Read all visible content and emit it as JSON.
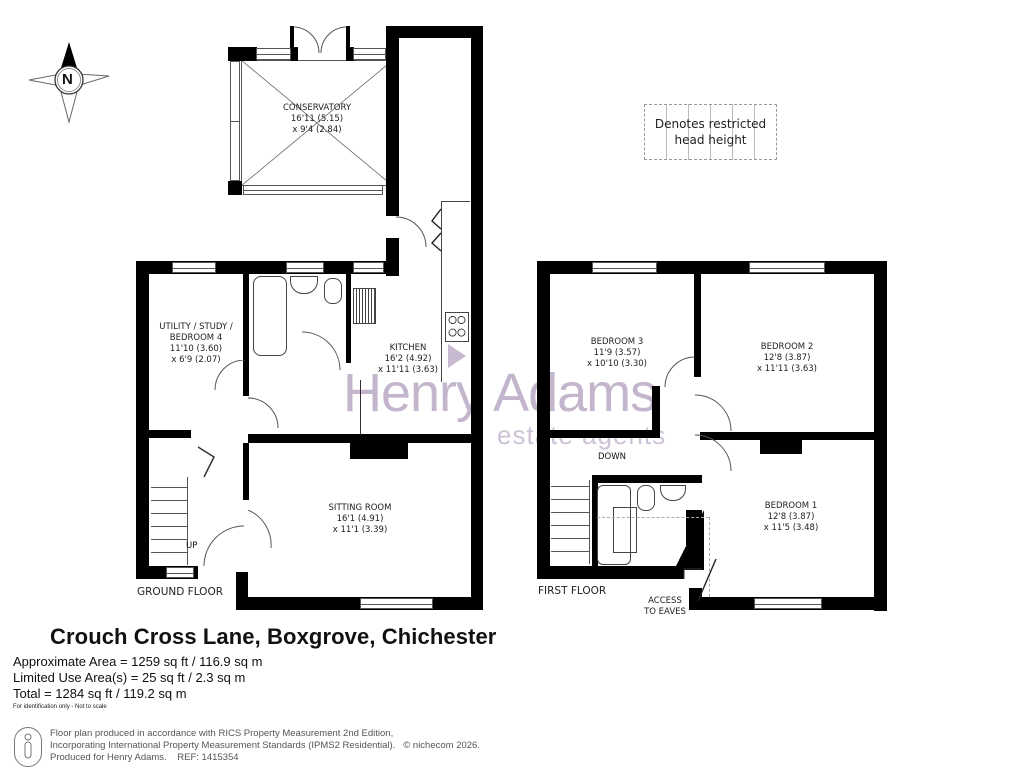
{
  "compass": {
    "label": "N",
    "icon": "north-compass-icon"
  },
  "legend": {
    "line1": "Denotes restricted",
    "line2": "head height"
  },
  "watermark": {
    "brand": "Henry Adams",
    "tagline": "estate agents",
    "color": "#b9a9c4"
  },
  "ground_floor": {
    "label": "GROUND FLOOR",
    "rooms": [
      {
        "name": "CONSERVATORY",
        "dim1": "16'11 (5.15)",
        "dim2": "x 9'4 (2.84)"
      },
      {
        "name": "UTILITY / STUDY /",
        "name2": "BEDROOM 4",
        "dim1": "11'10 (3.60)",
        "dim2": "x 6'9 (2.07)"
      },
      {
        "name": "KITCHEN",
        "dim1": "16'2 (4.92)",
        "dim2": "x 11'11 (3.63)"
      },
      {
        "name": "SITTING ROOM",
        "dim1": "16'1 (4.91)",
        "dim2": "x 11'1 (3.39)"
      }
    ],
    "stairs_label": "UP"
  },
  "first_floor": {
    "label": "FIRST FLOOR",
    "rooms": [
      {
        "name": "BEDROOM 3",
        "dim1": "11'9 (3.57)",
        "dim2": "x 10'10 (3.30)"
      },
      {
        "name": "BEDROOM 2",
        "dim1": "12'8 (3.87)",
        "dim2": "x 11'11 (3.63)"
      },
      {
        "name": "BEDROOM 1",
        "dim1": "12'8 (3.87)",
        "dim2": "x 11'5 (3.48)"
      }
    ],
    "stairs_label": "DOWN",
    "eaves_line1": "ACCESS",
    "eaves_line2": "TO EAVES"
  },
  "property": {
    "address": "Crouch Cross Lane, Boxgrove, Chichester",
    "approx_area": "Approximate Area = 1259 sq ft / 116.9 sq m",
    "limited_area": "Limited Use Area(s) = 25 sq ft / 2.3 sq m",
    "total_area": "Total = 1284 sq ft / 119.2 sq m",
    "disclaimer": "For identification only - Not to scale"
  },
  "footer": {
    "line1": "Floor plan produced in accordance with RICS Property Measurement 2nd Edition,",
    "line2": "Incorporating International Property Measurement Standards (IPMS2 Residential).",
    "copyright": "© nichecom 2026.",
    "line3": "Produced for Henry Adams.    REF: 1415354",
    "icon": "person-info-icon"
  }
}
